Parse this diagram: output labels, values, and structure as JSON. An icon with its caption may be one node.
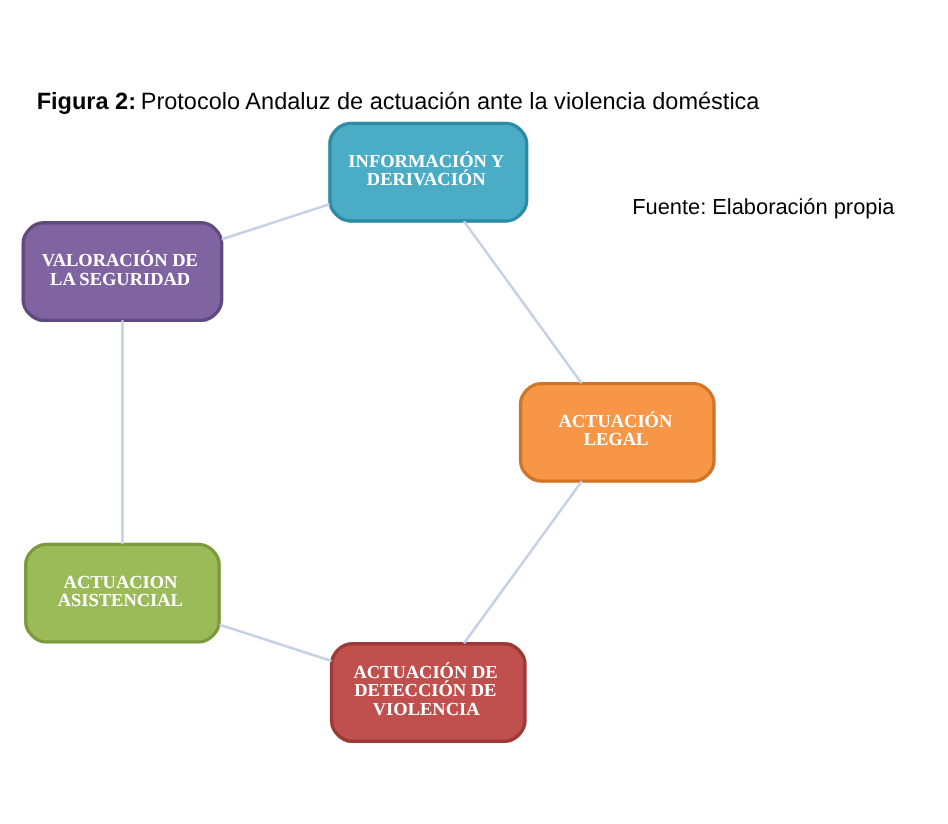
{
  "diagram": {
    "title": "**Figura 2:** Protocolo Andaluz de actuación ante la violencia doméstica",
    "caption": "Fuente: Elaboración propia",
    "nodes": [
      {
        "text": [
          "ACTUACIÓN DE DETECCIÓN DE VIOLENCIA"
        ]
      },
      {
        "text": [
          "ACTUACION ASISTENCIAL"
        ]
      },
      {
        "text": [
          "VALORACIÓN DE LA SEGURIDAD"
        ]
      },
      {
        "text": [
          "INFORMACIÓN Y DERIVACIÓN"
        ]
      },
      {
        "text": [
          "ACTUACIÓN LEGAL"
        ]
      }
    ],
    "edges": [
      {
        "from": 0,
        "to": 1,
        "arrow": "none"
      },
      {
        "from": 1,
        "to": 2,
        "arrow": "none"
      },
      {
        "from": 2,
        "to": 3,
        "arrow": "none"
      },
      {
        "from": 3,
        "to": 4,
        "arrow": "none"
      },
      {
        "from": 4,
        "to": 0,
        "arrow": "none"
      }
    ]
  }
}
